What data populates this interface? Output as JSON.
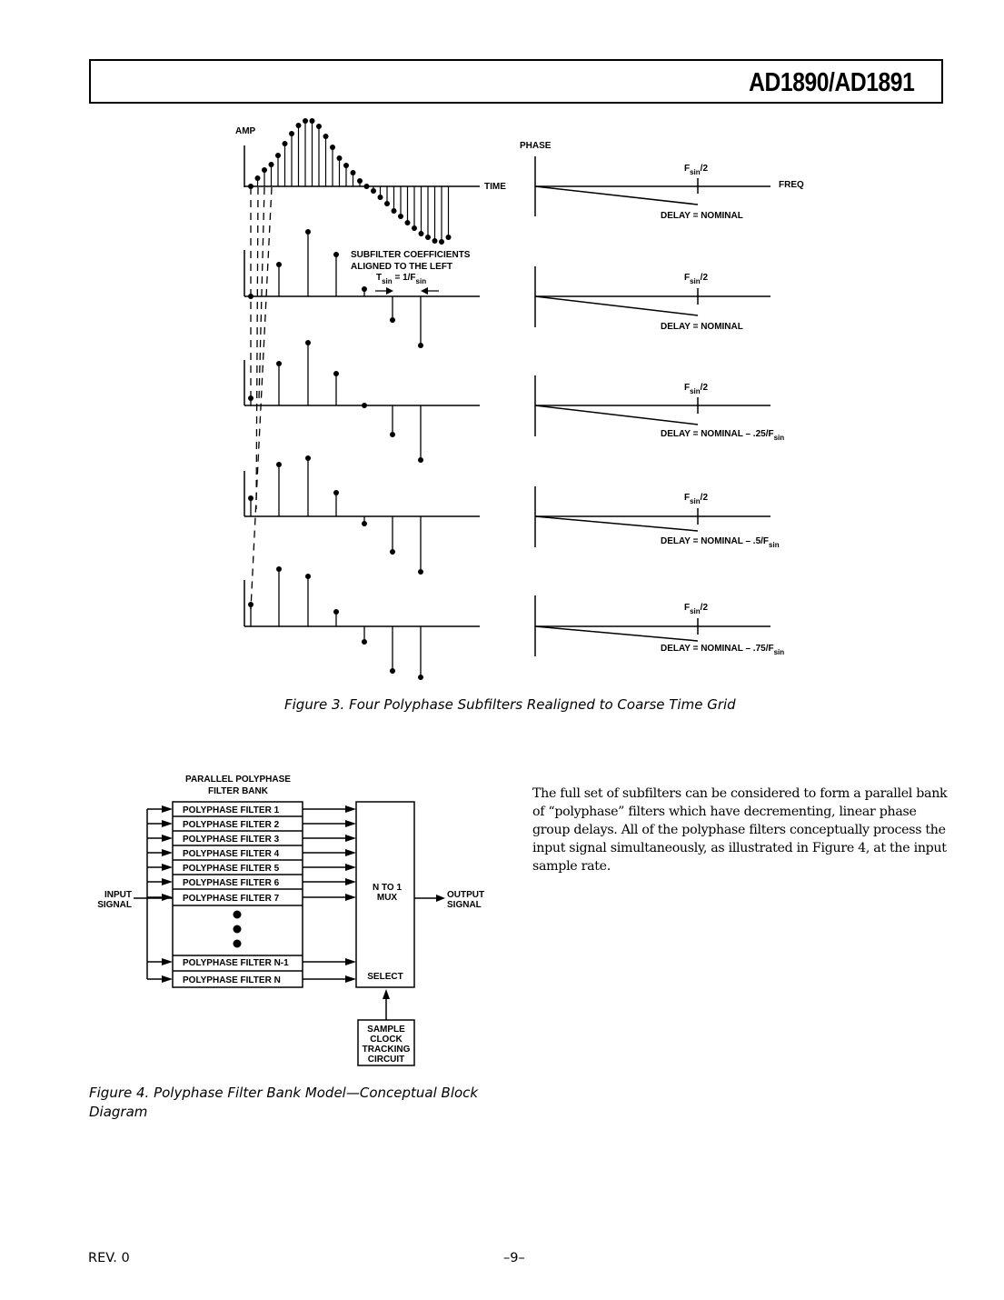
{
  "header": {
    "title": "AD1890/AD1891"
  },
  "figure3": {
    "amp_label": "AMP",
    "time_label": "TIME",
    "phase_label": "PHASE",
    "freq_label": "FREQ",
    "note_line1": "SUBFILTER COEFFICIENTS",
    "note_line2": "ALIGNED TO THE LEFT",
    "tsin_main": "T",
    "tsin_sub": "sin",
    "tsin_mid": " = 1/F",
    "tsin_sub2": "sin",
    "fsin_main": "F",
    "fsin_sub": "sin",
    "fsin_tail": "/2",
    "delays": [
      {
        "main": "DELAY = NOMINAL",
        "sub": ""
      },
      {
        "main": "DELAY = NOMINAL",
        "sub": ""
      },
      {
        "main": "DELAY = NOMINAL – .25/F",
        "sub": "sin"
      },
      {
        "main": "DELAY = NOMINAL – .5/F",
        "sub": "sin"
      },
      {
        "main": "DELAY = NOMINAL – .75/F",
        "sub": "sin"
      }
    ],
    "caption": "Figure 3. Four Polyphase Subfilters Realigned to Coarse Time Grid"
  },
  "figure4": {
    "bank_title_line1": "PARALLEL POLYPHASE",
    "bank_title_line2": "FILTER BANK",
    "filters": [
      "POLYPHASE FILTER 1",
      "POLYPHASE FILTER 2",
      "POLYPHASE FILTER 3",
      "POLYPHASE FILTER 4",
      "POLYPHASE FILTER 5",
      "POLYPHASE FILTER 6",
      "POLYPHASE FILTER 7"
    ],
    "filter_n_minus_1": "POLYPHASE FILTER N-1",
    "filter_n": "POLYPHASE FILTER N",
    "input_line1": "INPUT",
    "input_line2": "SIGNAL",
    "mux_line1": "N TO 1",
    "mux_line2": "MUX",
    "select_label": "SELECT",
    "output_line1": "OUTPUT",
    "output_line2": "SIGNAL",
    "clock_lines": [
      "SAMPLE",
      "CLOCK",
      "TRACKING",
      "CIRCUIT"
    ],
    "caption_line1": "Figure 4.  Polyphase Filter Bank Model—Conceptual Block",
    "caption_line2": "Diagram"
  },
  "body_text": "The full set of subfilters can be considered to form a parallel bank of “polyphase” filters which have decrementing, linear phase group delays. All of the polyphase filters conceptually process the input signal simultaneously, as illustrated in Figure 4, at the input sample rate.",
  "footer": {
    "rev": "REV. 0",
    "page": "–9–"
  }
}
